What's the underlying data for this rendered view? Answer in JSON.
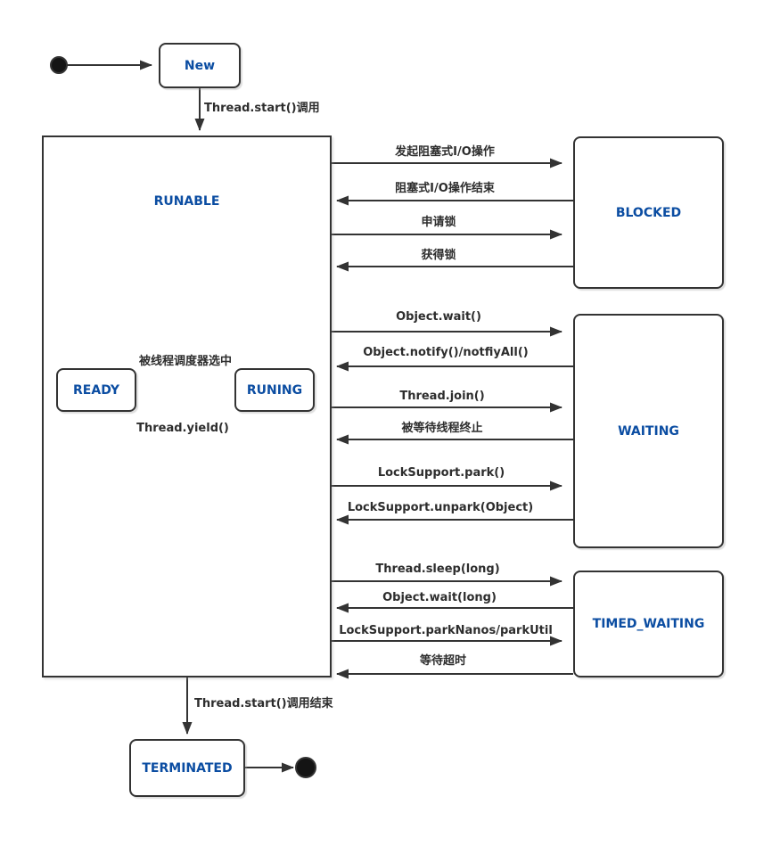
{
  "diagram": {
    "colors": {
      "state_text": "#0b4da2",
      "line": "#333333",
      "label_text": "#2d2d2d",
      "background": "#ffffff"
    },
    "states": {
      "new": "New",
      "runable": "RUNABLE",
      "ready": "READY",
      "runing": "RUNING",
      "blocked": "BLOCKED",
      "waiting": "WAITING",
      "timed_waiting": "TIMED_WAITING",
      "terminated": "TERMINATED"
    },
    "transitions": {
      "new_to_runable": "Thread.start()调用",
      "runable_to_blocked_io": "发起阻塞式I/O操作",
      "blocked_to_runable_io": "阻塞式I/O操作结束",
      "runable_to_blocked_lock": "申请锁",
      "blocked_to_runable_lock": "获得锁",
      "runable_to_waiting_wait": "Object.wait()",
      "waiting_to_runable_notify": "Object.notify()/notfiyAll()",
      "runable_to_waiting_join": "Thread.join()",
      "waiting_to_runable_terminate": "被等待线程终止",
      "runable_to_waiting_park": "LockSupport.park()",
      "waiting_to_runable_unpark": "LockSupport.unpark(Object)",
      "runable_to_timed_sleep": "Thread.sleep(long)",
      "timed_to_runable_wait": "Object.wait(long)",
      "runable_to_timed_park": "LockSupport.parkNanos/parkUtil",
      "timed_to_runable_timeout": "等待超时",
      "ready_to_runing": "被线程调度器选中",
      "runing_to_ready": "Thread.yield()",
      "runable_to_terminated": "Thread.start()调用结束"
    }
  }
}
